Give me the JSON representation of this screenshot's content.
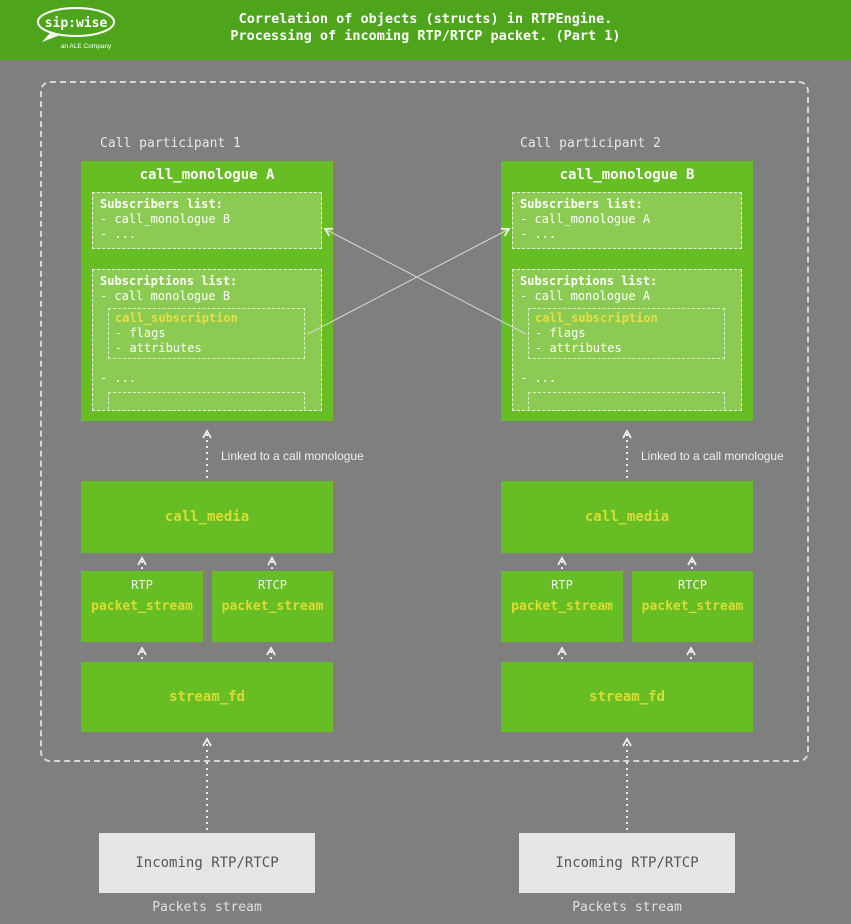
{
  "header": {
    "logo_text": "sip:wise",
    "logo_subtext": "an ALE Company",
    "title_line1": "Correlation of objects (structs) in RTPEngine.",
    "title_line2": "Processing of incoming RTP/RTCP packet. (Part 1)"
  },
  "colors": {
    "header_green": "#4ea51c",
    "box_green": "#67bd24",
    "inner_green": "#8ccb53",
    "label_yellow": "#d9dd33",
    "background_gray": "#7f7f7f"
  },
  "participants": [
    {
      "label": "Call participant 1",
      "monologue": {
        "title": "call_monologue A",
        "subscribers_title": "Subscribers list:",
        "subscribers_items": [
          "- call_monologue B",
          "- ..."
        ],
        "subscriptions_title": "Subscriptions list:",
        "subscriptions_item": "- call monologue B",
        "subscription_title": "call_subscription",
        "subscription_items": [
          "- flags",
          "- attributes"
        ],
        "subscriptions_more": "- ..."
      },
      "linked_label": "Linked to a call monologue",
      "call_media_label": "call_media",
      "streams": [
        {
          "proto": "RTP",
          "name": "packet_stream"
        },
        {
          "proto": "RTCP",
          "name": "packet_stream"
        }
      ],
      "stream_fd_label": "stream_fd",
      "incoming_label": "Incoming RTP/RTCP",
      "packets_label": "Packets stream"
    },
    {
      "label": "Call participant 2",
      "monologue": {
        "title": "call_monologue B",
        "subscribers_title": "Subscribers list:",
        "subscribers_items": [
          "- call_monologue A",
          "- ..."
        ],
        "subscriptions_title": "Subscriptions list:",
        "subscriptions_item": "- call monologue A",
        "subscription_title": "call_subscription",
        "subscription_items": [
          "- flags",
          "- attributes"
        ],
        "subscriptions_more": "- ..."
      },
      "linked_label": "Linked to a call monologue",
      "call_media_label": "call_media",
      "streams": [
        {
          "proto": "RTP",
          "name": "packet_stream"
        },
        {
          "proto": "RTCP",
          "name": "packet_stream"
        }
      ],
      "stream_fd_label": "stream_fd",
      "incoming_label": "Incoming RTP/RTCP",
      "packets_label": "Packets stream"
    }
  ]
}
